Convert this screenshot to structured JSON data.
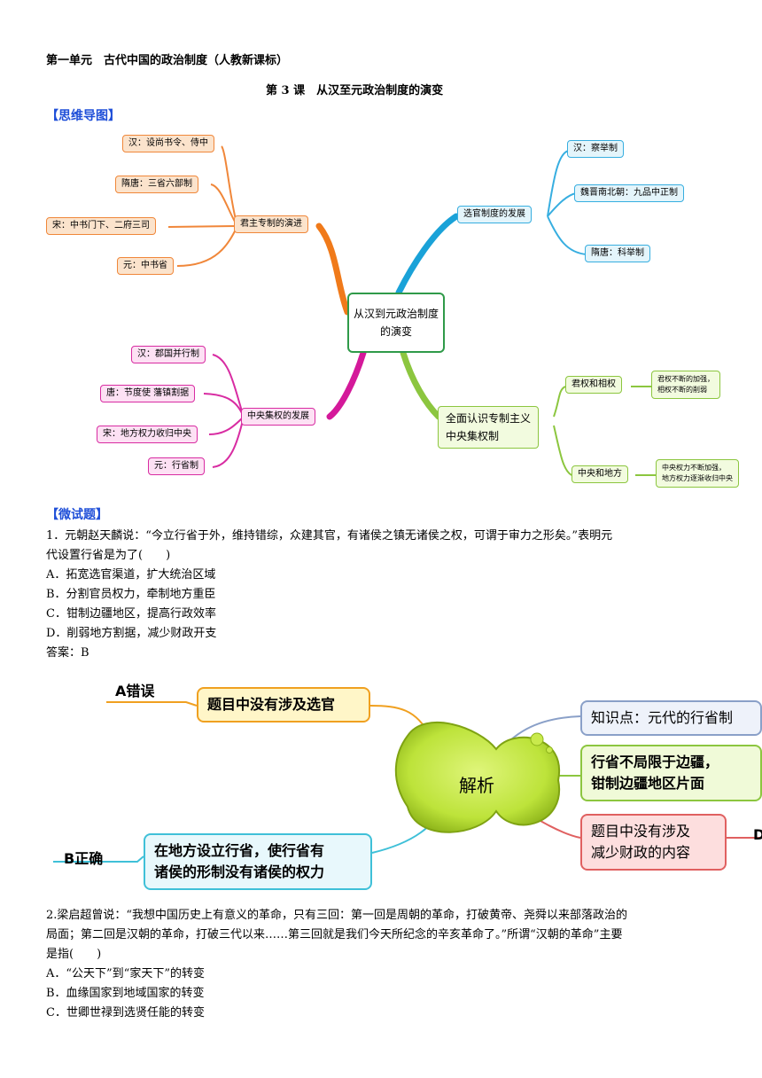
{
  "header": {
    "unit_title": "第一单元　古代中国的政治制度（人教新课标）",
    "lesson_title": "第 3 课　从汉至元政治制度的演变",
    "mind_map_label": "【思维导图】",
    "quiz_label": "【微试题】"
  },
  "mind_map": {
    "center": "从汉到元政治制度 的演变",
    "left_top": {
      "label": "君主专制的演进",
      "items": [
        "汉：设尚书令、侍中",
        "隋唐：三省六部制",
        "宋：中书门下、二府三司",
        "元：中书省"
      ]
    },
    "left_bottom": {
      "label": "中央集权的发展",
      "items": [
        "汉：郡国并行制",
        "唐：节度使 藩镇割据",
        "宋：地方权力收归中央",
        "元：行省制"
      ]
    },
    "right_top": {
      "label": "选官制度的发展",
      "items": [
        "汉：察举制",
        "魏晋南北朝：九品中正制",
        "隋唐：科举制"
      ]
    },
    "right_bottom": {
      "label_line1": "全面认识专制主义",
      "label_line2": "中央集权制",
      "sub1": {
        "label": "君权和相权",
        "note_line1": "君权不断的加强，",
        "note_line2": "相权不断的削弱"
      },
      "sub2": {
        "label": "中央和地方",
        "note_line1": "中央权力不断加强，",
        "note_line2": "地方权力逐渐收归中央"
      }
    }
  },
  "q1": {
    "stem_line1": "1．元朝赵天麟说：“今立行省于外，维持错综，众建其官，有诸侯之镇无诸侯之权，可谓于审力之形矣。”表明元",
    "stem_line2": "代设置行省是为了(　　)",
    "options": [
      "A．拓宽选官渠道，扩大统治区域",
      "B．分割官员权力，牵制地方重臣",
      "C．钳制边疆地区，提高行政效率",
      "D．削弱地方割据，减少财政开支"
    ],
    "answer": "答案：B"
  },
  "analysis": {
    "center": "解析",
    "a_label": "A错误",
    "a_text": "题目中没有涉及选官",
    "b_label": "B正确",
    "b_text_line1": "在地方设立行省，使行省有",
    "b_text_line2": "诸侯的形制没有诸侯的权力",
    "r1": "知识点：元代的行省制",
    "r2_line1": "行省不局限于边疆，",
    "r2_line2": "钳制边疆地区片面",
    "r3_line1": "题目中没有涉及",
    "r3_line2": "减少财政的内容",
    "d_label": "D"
  },
  "q2": {
    "stem_line1": "2.梁启超曾说：“我想中国历史上有意义的革命，只有三回：第一回是周朝的革命，打破黄帝、尧舜以来部落政治的",
    "stem_line2": "局面；第二回是汉朝的革命，打破三代以来……第三回就是我们今天所纪念的辛亥革命了。”所谓“汉朝的革命”主要",
    "stem_line3": "是指(　　)",
    "options": [
      "A．“公天下”到“家天下”的转变",
      "B．血缘国家到地域国家的转变",
      "C．世卿世禄到选贤任能的转变"
    ]
  }
}
